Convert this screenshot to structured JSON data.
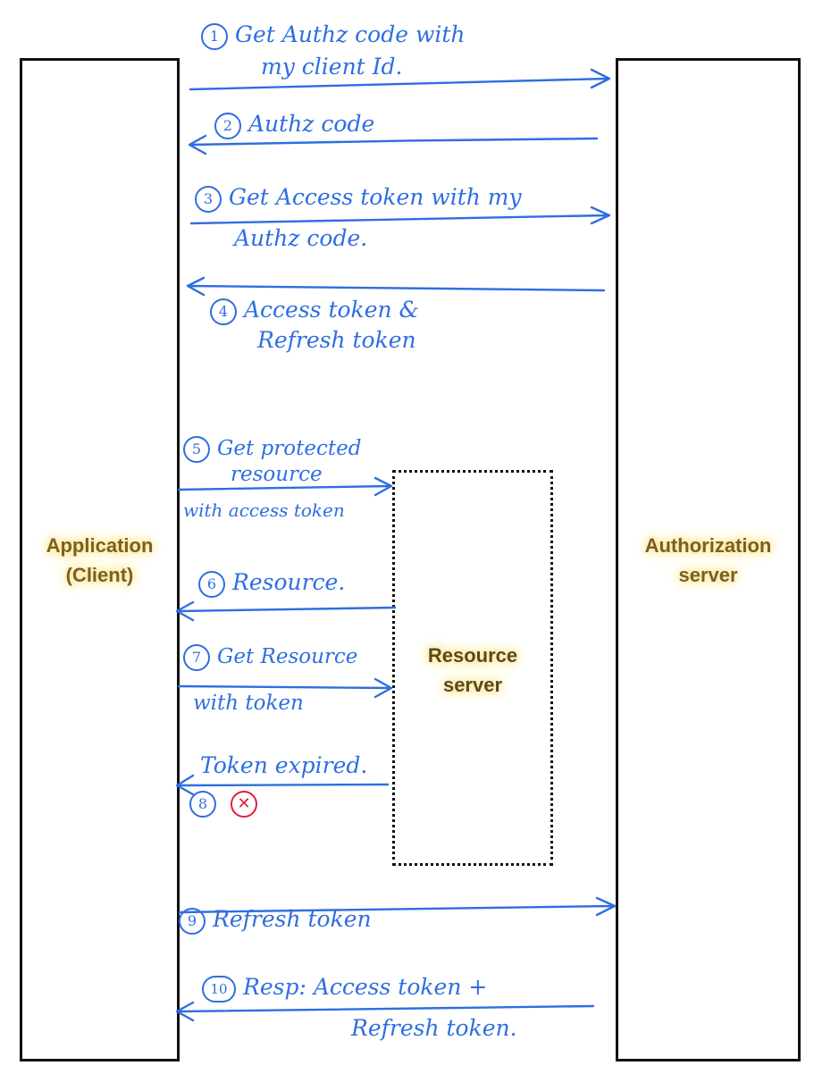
{
  "actors": {
    "client": {
      "line1": "Application",
      "line2": "(Client)"
    },
    "auth_server": {
      "line1": "Authorization",
      "line2": "server"
    },
    "resource_server": {
      "line1": "Resource",
      "line2": "server"
    }
  },
  "steps": [
    {
      "number": "1",
      "line1": "Get Authz code with",
      "line2": "my client Id.",
      "direction": "to-auth"
    },
    {
      "number": "2",
      "line1": "Authz code",
      "direction": "to-client"
    },
    {
      "number": "3",
      "line1": "Get Access token with my",
      "line2": "Authz code.",
      "direction": "to-auth"
    },
    {
      "number": "4",
      "line1": "Access token &",
      "line2": "Refresh token",
      "direction": "to-client"
    },
    {
      "number": "5",
      "line1": "Get protected",
      "line2": "resource",
      "line3": "with access token",
      "direction": "to-resource"
    },
    {
      "number": "6",
      "line1": "Resource.",
      "direction": "to-client"
    },
    {
      "number": "7",
      "line1": "Get Resource",
      "line2": "with token",
      "direction": "to-resource"
    },
    {
      "number": "8",
      "line1": "Token expired.",
      "mark": "✕",
      "direction": "to-client"
    },
    {
      "number": "9",
      "line1": "Refresh token",
      "direction": "to-auth"
    },
    {
      "number": "10",
      "line1": "Resp: Access token +",
      "line2": "Refresh token.",
      "direction": "to-client"
    }
  ],
  "colors": {
    "ink_blue": "#2f6ee0",
    "ink_red": "#e0203a",
    "label_gold": "#7a6020",
    "glow_yellow": "#ffd85a",
    "border": "#111111"
  }
}
